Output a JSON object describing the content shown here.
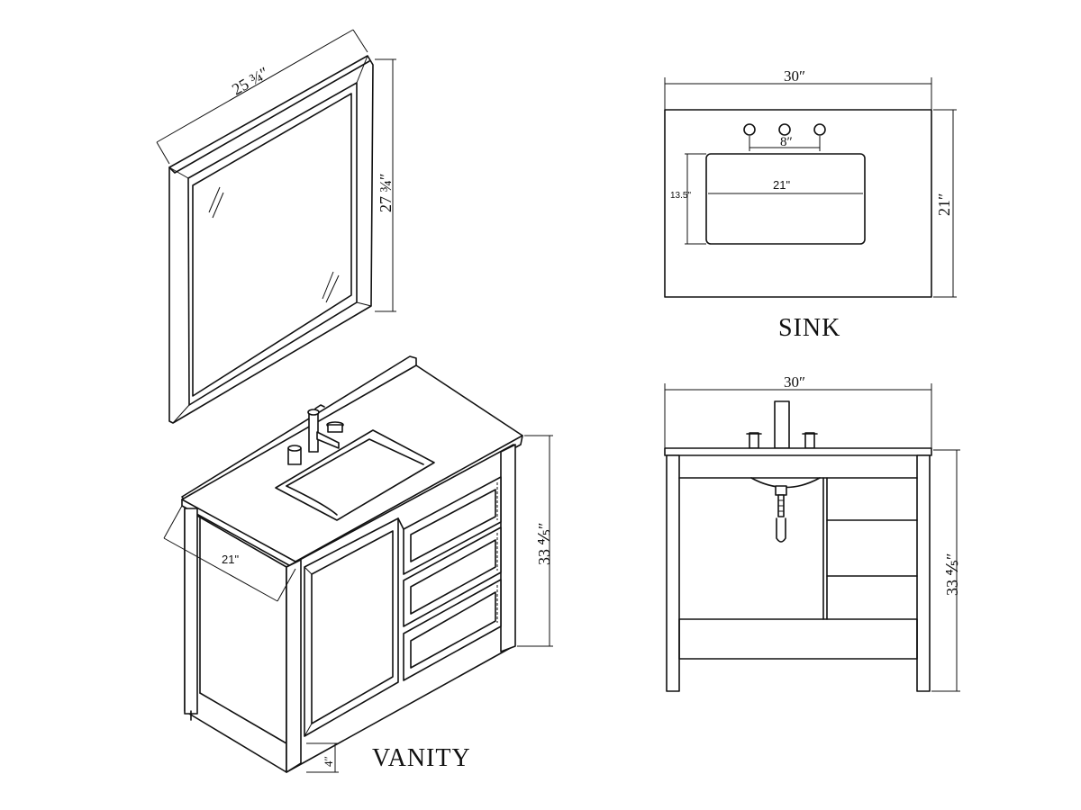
{
  "mirror": {
    "width_label": "25 ¾″",
    "height_label": "27 ¾″"
  },
  "sink": {
    "width_label": "30″",
    "depth_label": "21″",
    "faucet_spread_label": "8″",
    "basin_width_label": "21\"",
    "basin_depth_label": "13.5\"",
    "title": "SINK"
  },
  "vanity": {
    "depth_label": "21\"",
    "height_label": "33 ⅘″",
    "leg_label": "4″",
    "title": "VANITY"
  },
  "front": {
    "width_label": "30″",
    "height_label": "33 ⅘″"
  }
}
